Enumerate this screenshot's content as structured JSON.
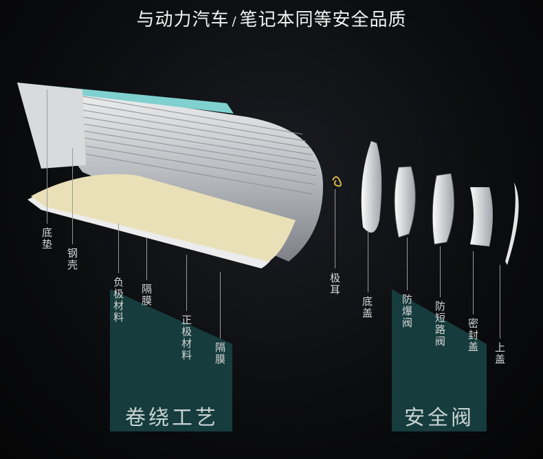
{
  "title": {
    "part1": "与动力汽车",
    "separator": "/",
    "part2": "笔记本同等安全品质"
  },
  "winding_labels": [
    "底垫",
    "钢壳",
    "负极材料",
    "隔膜",
    "正极材料",
    "隔膜",
    "极耳"
  ],
  "valve_labels": [
    "底盖",
    "防爆阀",
    "防短路阀",
    "密封盖",
    "上盖"
  ],
  "sections": {
    "winding": "卷绕工艺",
    "safety_valve": "安全阀"
  },
  "colors": {
    "panel": "#163c3d",
    "accent": "#7fd0cf",
    "sheet": "#e9e0b8"
  }
}
